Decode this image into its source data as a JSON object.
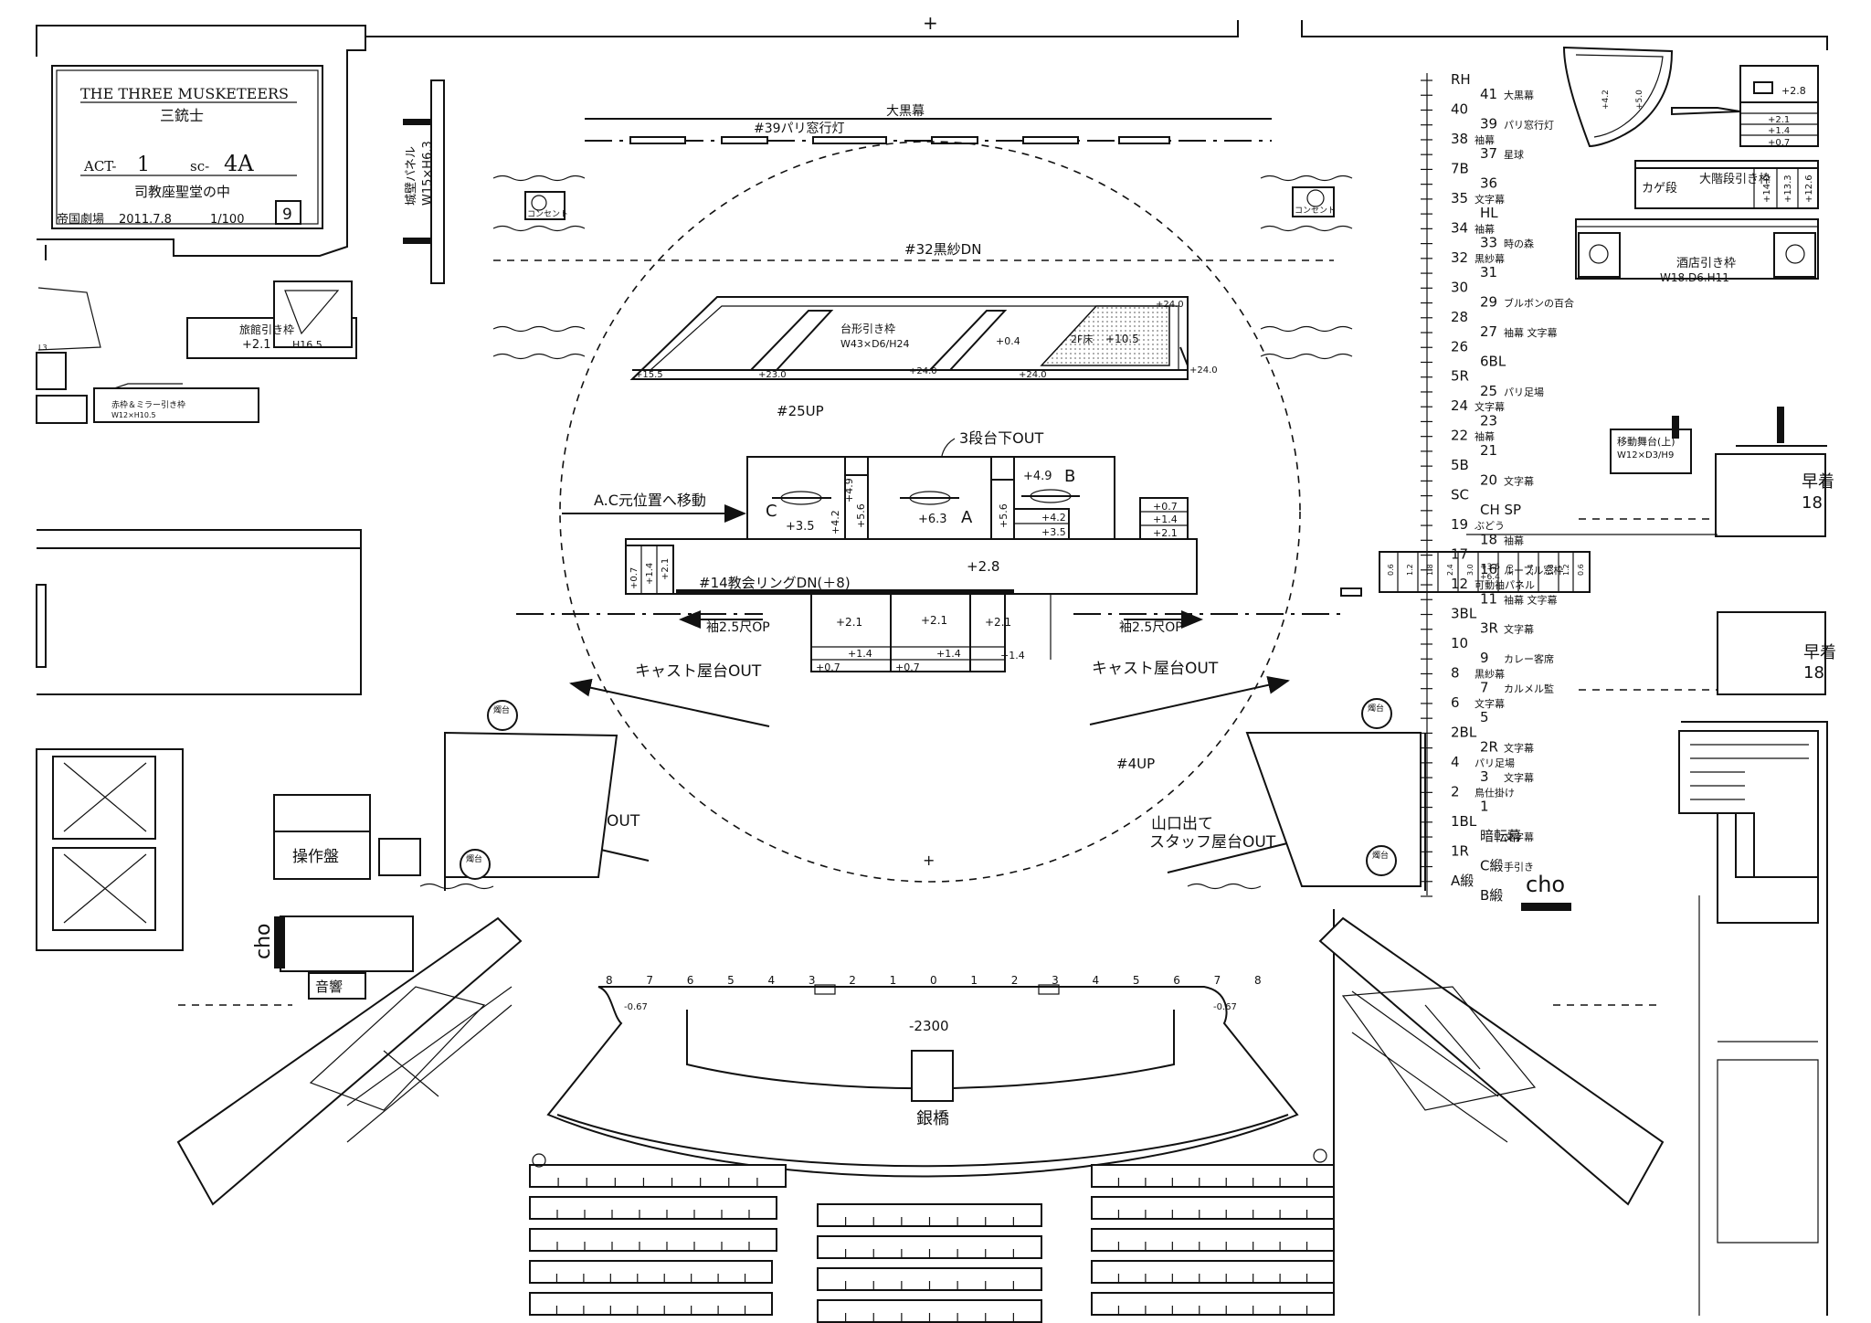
{
  "title_block": {
    "show_title": "THE THREE MUSKETEERS",
    "show_title_ja": "三銃士",
    "act_label": "ACT-",
    "act_value": "1",
    "scene_label": "sc-",
    "scene_value": "4A",
    "scene_name": "司教座聖堂の中",
    "venue": "帝国劇場",
    "date": "2011.7.8",
    "scale": "1/100",
    "sheet_number": "9"
  },
  "upstage": {
    "big_black_curtain": "大黒幕",
    "paris_window_light": "#39パリ窓行灯",
    "black_gauze": "#32黒紗DN",
    "castle_wall_panel": "城壁パネル",
    "castle_wall_size": "W15×H6.3",
    "console_left": "コンセント",
    "console_right": "コンセント"
  },
  "trapezoid_wagon": {
    "name": "台形引き枠",
    "size": "W43×D6/H24",
    "mid_height": "+0.4",
    "second_floor": "2F床",
    "second_floor_height": "+10.5",
    "h_left_bottom": "+15.5",
    "h_bottom_2": "+23.0",
    "h_bottom_3": "+24.0",
    "h_bottom_4": "+24.0",
    "h_right_top": "+24.0",
    "h_right_bottom": "+24.0"
  },
  "center_stage": {
    "up_cue": "#25UP",
    "three_step_out": "3段台下OUT",
    "ac_move": "A.C元位置へ移動",
    "unit_c": "C",
    "unit_a": "A",
    "unit_b": "B",
    "h_c": "+3.5",
    "h_a": "+6.3",
    "h_b": "+4.9",
    "v_42": "+4.2",
    "v_49": "+4.9",
    "v_56a": "+5.6",
    "v_56b": "+5.6",
    "b_step_1": "+4.2",
    "b_step_2": "+3.5",
    "main_deck": "+2.8",
    "left_steps": [
      "+0.7",
      "+1.4",
      "+2.1"
    ],
    "right_steps": [
      "+0.7",
      "+1.4",
      "+2.1"
    ],
    "church_ring": "#14教会リングDN(＋8)",
    "lower_boxes": [
      "+2.1",
      "+2.1",
      "+2.1"
    ],
    "lower_steps_1": [
      "+1.4",
      "+1.4",
      "+1.4"
    ],
    "lower_steps_2": [
      "+0.7",
      "+0.7"
    ],
    "wing_left": "袖2.5尺OP",
    "wing_right": "袖2.5尺OP",
    "cast_wagon_out_ul": "キャスト屋台OUT",
    "cast_wagon_out_ur": "キャスト屋台OUT",
    "cast_wagon_out_ll": "キャスト屋台OUT",
    "staff_out_line1": "山口出て",
    "staff_out_line2": "スタッフ屋台OUT",
    "down_cue": "#4UP",
    "candle_label": "燭台"
  },
  "left_side": {
    "inn_wagon": "旅館引き枠",
    "inn_wagon_height": "+2.1",
    "inn_wagon_h": "H16.5",
    "red_wagon": "赤枠＆ミラー引き枠",
    "red_wagon_size": "W12×H10.5",
    "small_label": "L3",
    "control_panel": "操作盤",
    "sound": "音響",
    "cho": "cho"
  },
  "right_side": {
    "stair_wagon": "大階段引き枠",
    "kage_step": "カゲ段",
    "stair_heights": [
      "+14.0",
      "+13.3",
      "+12.6"
    ],
    "curve_heights": [
      "+4.2",
      "+5.0"
    ],
    "stair_level_heights": [
      "+2.8",
      "+2.1",
      "+1.4",
      "+0.7"
    ],
    "bar_wagon": "酒店引き枠",
    "bar_wagon_size": "W18.D6.H11",
    "moving_stage": "移動舞台(上)",
    "moving_stage_size": "W12×D3/H9",
    "quick_change_1": "早着",
    "quick_change_1_num": "18",
    "quick_change_2": "早着",
    "quick_change_2_num": "18",
    "cho": "cho",
    "side_stair_heights": [
      "0.6",
      "1.2",
      "1.8",
      "2.4",
      "3.0",
      "3.0",
      "2.4",
      "1.8",
      "1.2",
      "0.6",
      "0.7"
    ],
    "side_stair_mid": "+3.6",
    "side_stair_mid2": "+6.4"
  },
  "fly_list": [
    {
      "num": "RH",
      "label": ""
    },
    {
      "num": "41",
      "label": "大黒幕"
    },
    {
      "num": "40",
      "label": ""
    },
    {
      "num": "39",
      "label": "パリ窓行灯"
    },
    {
      "num": "38",
      "label": "袖幕"
    },
    {
      "num": "37",
      "label": "星球"
    },
    {
      "num": "7B",
      "label": ""
    },
    {
      "num": "36",
      "label": ""
    },
    {
      "num": "35",
      "label": "文字幕"
    },
    {
      "num": "HL",
      "label": ""
    },
    {
      "num": "34",
      "label": "袖幕"
    },
    {
      "num": "33",
      "label": "時の森"
    },
    {
      "num": "32",
      "label": "黒紗幕"
    },
    {
      "num": "31",
      "label": ""
    },
    {
      "num": "30",
      "label": ""
    },
    {
      "num": "29",
      "label": "ブルボンの百合"
    },
    {
      "num": "28",
      "label": ""
    },
    {
      "num": "27",
      "label": "袖幕 文字幕"
    },
    {
      "num": "26",
      "label": ""
    },
    {
      "num": "6BL",
      "label": ""
    },
    {
      "num": "5R",
      "label": ""
    },
    {
      "num": "25",
      "label": "パリ足場"
    },
    {
      "num": "24",
      "label": "文字幕"
    },
    {
      "num": "23",
      "label": ""
    },
    {
      "num": "22",
      "label": "袖幕"
    },
    {
      "num": "21",
      "label": ""
    },
    {
      "num": "5B",
      "label": ""
    },
    {
      "num": "20",
      "label": "文字幕"
    },
    {
      "num": "SC",
      "label": ""
    },
    {
      "num": "CH SP",
      "label": ""
    },
    {
      "num": "19",
      "label": "ぶどう"
    },
    {
      "num": "18",
      "label": "袖幕"
    },
    {
      "num": "17",
      "label": ""
    },
    {
      "num": "16",
      "label": "ルーブル窓枠"
    },
    {
      "num": "12",
      "label": "可動袖パネル"
    },
    {
      "num": "11",
      "label": "袖幕 文字幕"
    },
    {
      "num": "3BL",
      "label": ""
    },
    {
      "num": "3R",
      "label": "文字幕"
    },
    {
      "num": "10",
      "label": ""
    },
    {
      "num": "9",
      "label": "カレー客席"
    },
    {
      "num": "8",
      "label": "黒紗幕"
    },
    {
      "num": "7",
      "label": "カルメル監"
    },
    {
      "num": "6",
      "label": "文字幕"
    },
    {
      "num": "5",
      "label": ""
    },
    {
      "num": "2BL",
      "label": ""
    },
    {
      "num": "2R",
      "label": "文字幕"
    },
    {
      "num": "4",
      "label": "パリ足場"
    },
    {
      "num": "3",
      "label": "文字幕"
    },
    {
      "num": "2",
      "label": "鳥仕掛け"
    },
    {
      "num": "1",
      "label": ""
    },
    {
      "num": "1BL",
      "label": ""
    },
    {
      "num": "暗転幕",
      "label": "文字幕"
    },
    {
      "num": "1R",
      "label": ""
    },
    {
      "num": "C緞",
      "label": "手引き"
    },
    {
      "num": "A緞",
      "label": ""
    },
    {
      "num": "B緞",
      "label": ""
    }
  ],
  "orchestra": {
    "column_numbers": [
      "8",
      "7",
      "6",
      "5",
      "4",
      "3",
      "2",
      "1",
      "0",
      "1",
      "2",
      "3",
      "4",
      "5",
      "6",
      "7",
      "8"
    ],
    "pit_depth": "-2300",
    "edge_left": "-0.67",
    "edge_right": "-0.67",
    "silver_bridge": "銀橋"
  }
}
